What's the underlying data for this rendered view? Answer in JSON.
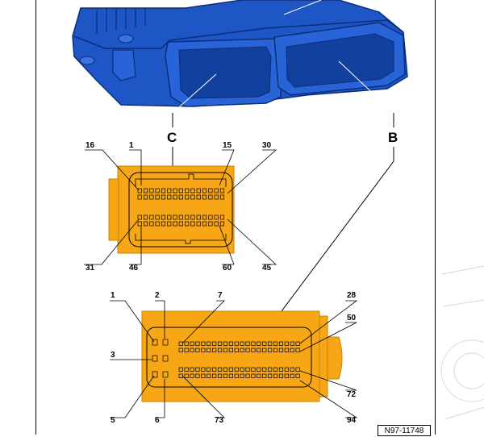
{
  "labels": {
    "conn_c": "C",
    "conn_b": "B"
  },
  "connector_c": {
    "p16": "16",
    "p1": "1",
    "p15": "15",
    "p30": "30",
    "p31": "31",
    "p46": "46",
    "p60": "60",
    "p45": "45"
  },
  "connector_b": {
    "p1": "1",
    "p2": "2",
    "p7": "7",
    "p28": "28",
    "p50": "50",
    "p3": "3",
    "p72": "72",
    "p5": "5",
    "p6": "6",
    "p73": "73",
    "p94": "94"
  },
  "reference": "N97-11748",
  "colors": {
    "ecu_blue": "#1f56c6",
    "ecu_dark": "#0b2d7a",
    "connector_orange": "#f7a716",
    "pin_outline": "#000000"
  }
}
